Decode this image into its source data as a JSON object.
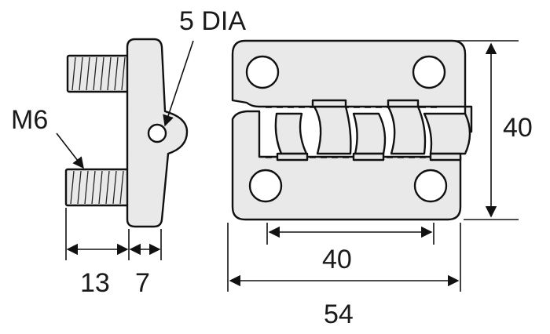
{
  "labels": {
    "hole_dia": "5 DIA",
    "thread": "M6",
    "stud_length": "13",
    "leaf_thickness": "7",
    "height": "40",
    "hole_spacing": "40",
    "overall_width": "54"
  },
  "colors": {
    "line": "#111111",
    "fill": "#e9e9e9",
    "text": "#1a1a1a"
  }
}
